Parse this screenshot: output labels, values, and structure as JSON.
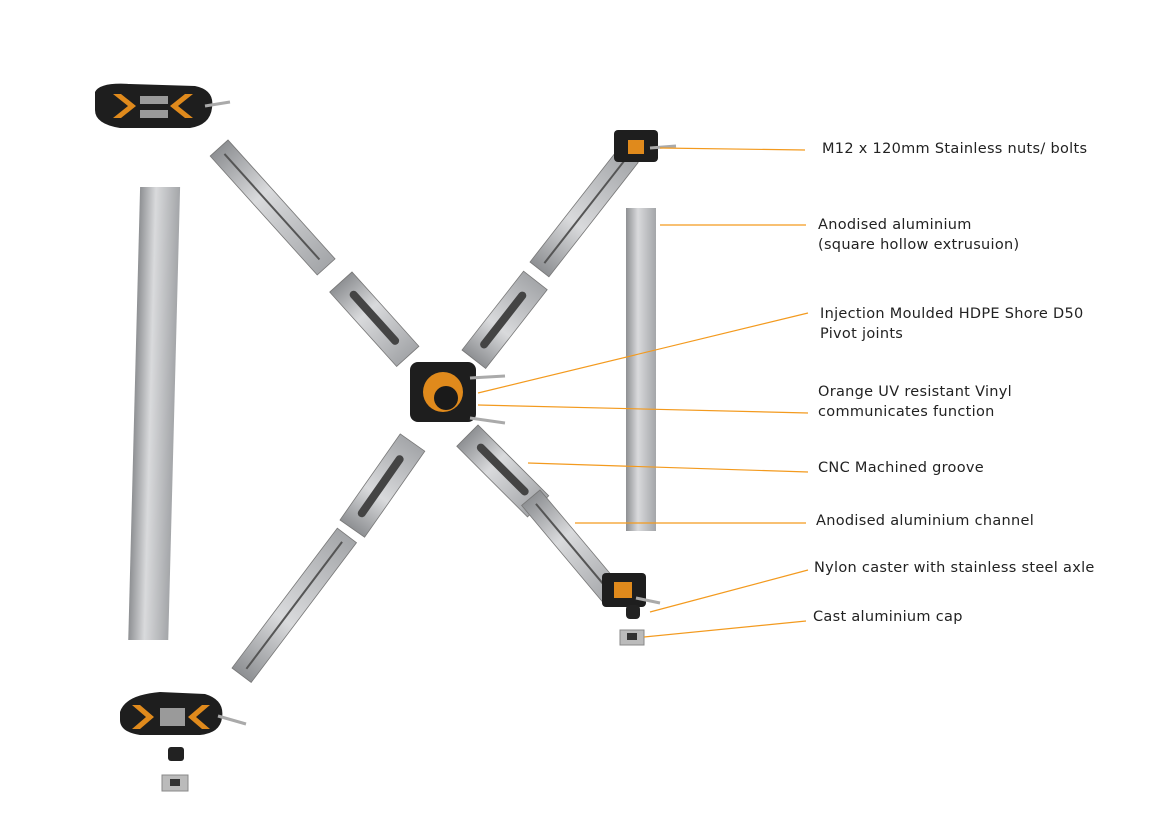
{
  "colors": {
    "leader": "#f39a1e",
    "aluminium": "#c8c9cb",
    "joint": "#1e1e1e",
    "vinyl": "#e08a1c"
  },
  "labels": [
    {
      "lines": [
        "M12 x 120mm Stainless nuts/ bolts"
      ]
    },
    {
      "lines": [
        "Anodised aluminium",
        "(square hollow extrusuion)"
      ]
    },
    {
      "lines": [
        "Injection Moulded HDPE Shore D50",
        "Pivot joints"
      ]
    },
    {
      "lines": [
        "Orange UV resistant Vinyl",
        "communicates function"
      ]
    },
    {
      "lines": [
        "CNC Machined groove"
      ]
    },
    {
      "lines": [
        "Anodised aluminium channel"
      ]
    },
    {
      "lines": [
        "Nylon caster with stainless steel axle"
      ]
    },
    {
      "lines": [
        "Cast aluminium cap"
      ]
    }
  ]
}
